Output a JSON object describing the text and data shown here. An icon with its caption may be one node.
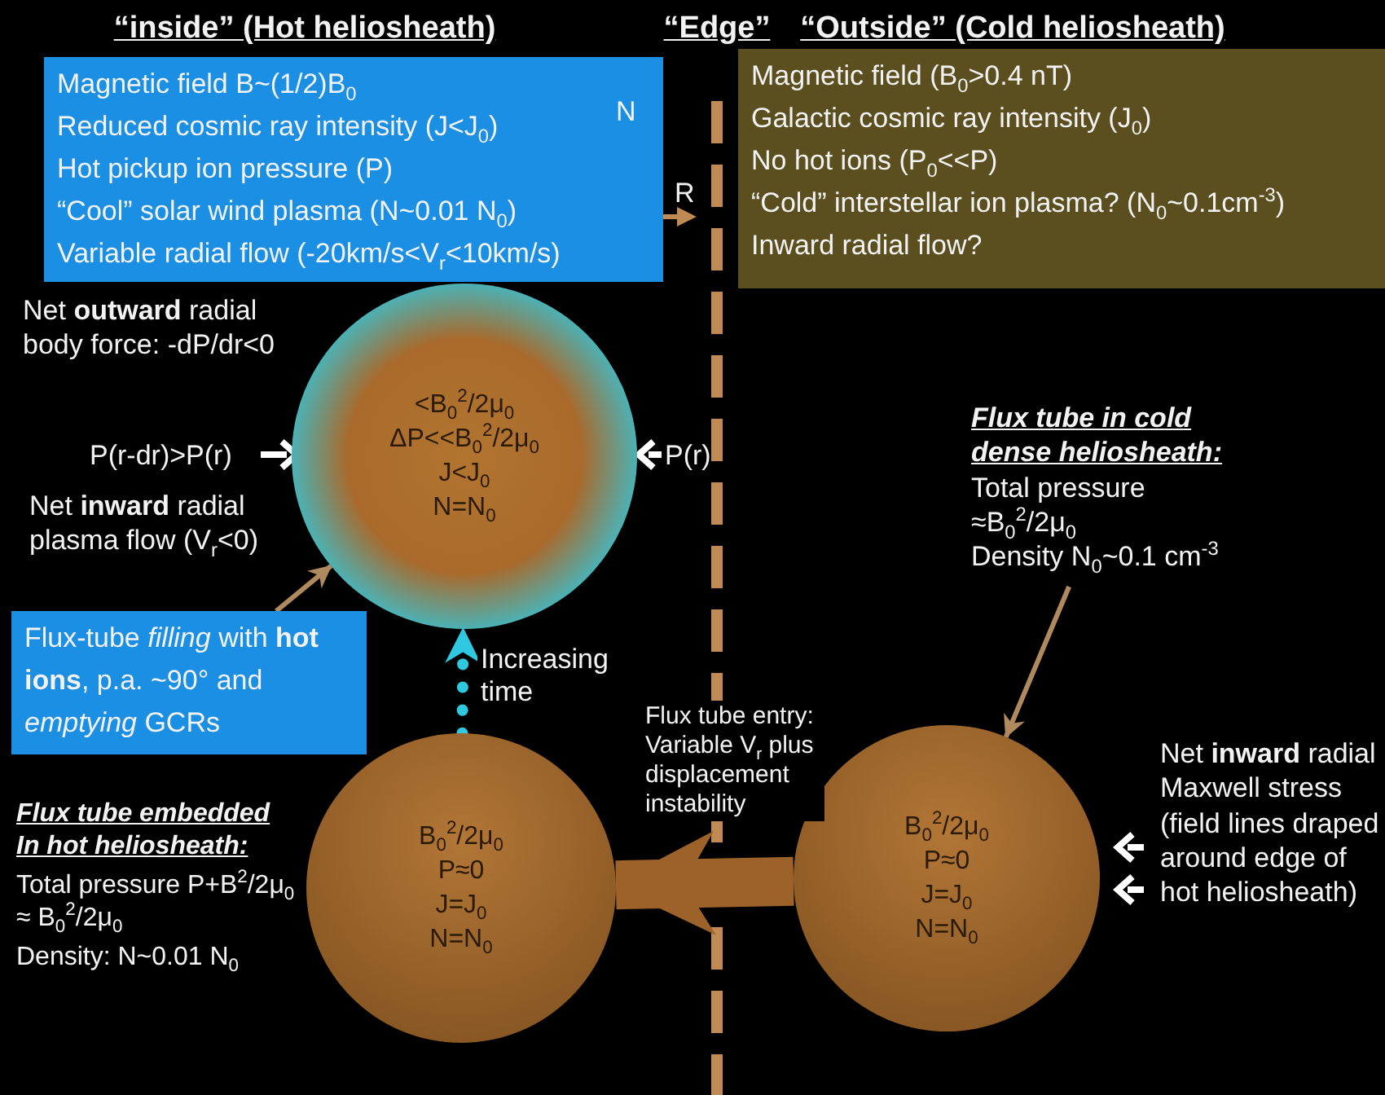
{
  "diagram": {
    "nodes": [
      {
        "beside": [
          "“inside” (Hot heliosheath)"
        ],
        "text": [
          "Magnetic field  B~(1/2)B$_{0}$",
          "Reduced cosmic ray intensity (J<J$_{0}$)",
          "Hot pickup ion pressure (P)",
          "“Cool” solar wind plasma (N~0.01 N$_{0}$)",
          "Variable radial flow (-20km/s<V$_{r}$<10km/s)"
        ]
      },
      {
        "beside": [
          "“Outside” (Cold heliosheath)"
        ],
        "text": [
          "Magnetic field (B$_{0}$>0.4 nT)",
          "Galactic cosmic ray intensity (J$_{0}$)",
          "No hot ions (P$_{0}$<<P)",
          "“Cold” interstellar ion plasma? (N$_{0}$~0.1cm$^{-3}$)",
          "Inward radial flow?"
        ]
      },
      {
        "text": [
          "<B$_{0}$$^{2}$/2μ$_{0}$",
          "ΔP<<B$_{0}$$^{2}$/2μ$_{0}$",
          "J<J$_{0}$",
          "N=N$_{0}$"
        ]
      },
      {
        "text": [
          "Flux-tube *filling* with **hot ions**, p.a. ~90° and *emptying* GCRs"
        ]
      },
      {
        "text": [
          "B$_{0}$$^{2}$/2μ$_{0}$",
          "P≈0",
          "J=J$_{0}$",
          "N=N$_{0}$"
        ]
      },
      {
        "text": [
          "B$_{0}$$^{2}$/2μ$_{0}$",
          "P≈0",
          "J=J$_{0}$",
          "N=N$_{0}$"
        ]
      },
      {
        "text": [
          "Flux tube in cold dense heliosheath:",
          "Total pressure ≈B$_{0}$$^{2}$/2μ$_{0}$",
          "Density N$_{0}$~0.1 cm$^{-3}$"
        ]
      }
    ],
    "edges": [
      {
        "from": 3,
        "to": 2,
        "arrow": "to"
      },
      {
        "from": 4,
        "to": 2,
        "arrow": "to",
        "label": "Increasing time",
        "style": "dashed",
        "color": "#2ec8e0"
      },
      {
        "from": 5,
        "to": 4,
        "arrow": "to",
        "label": "Flux tube entry: Variable V$_{r}$ plus displacement instability",
        "style": "thick",
        "color": "#9c6229"
      },
      {
        "from": 6,
        "to": 5,
        "arrow": "to"
      }
    ],
    "labels": [
      "“Edge”",
      "N",
      "R",
      "Net **outward** radial body force:  -dP/dr<0",
      "P(r-dr)>P(r)",
      "P(r)",
      "Net **inward** radial plasma flow (V$_{r}$<0)",
      "Flux tube embedded In hot heliosheath:",
      "Total pressure P+B$^{2}$/2μ$_{0}$ ≈ B$_{0}$$^{2}$/2μ$_{0}$",
      "Density: N~0.01 N$_{0}$",
      "Net **inward** radial Maxwell stress (field lines draped around edge of hot heliosheath)"
    ]
  }
}
